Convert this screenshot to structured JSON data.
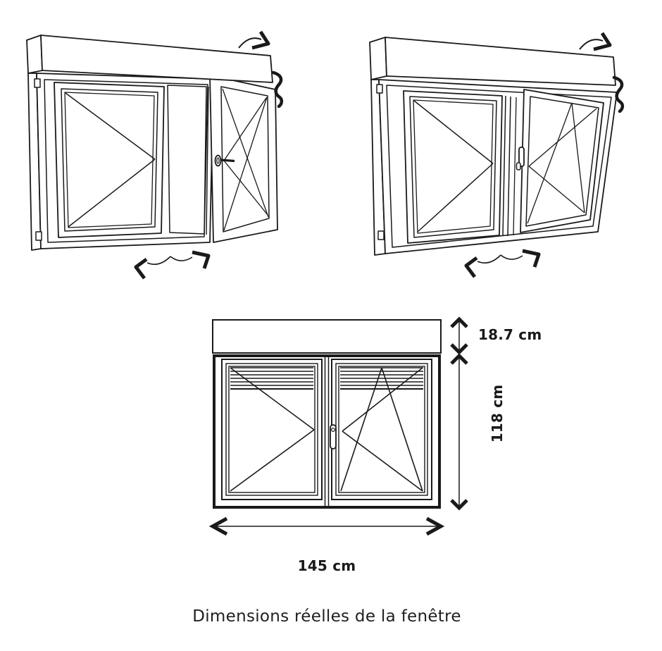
{
  "figure": {
    "caption": "Dimensions réelles de la fenêtre",
    "dimensions": {
      "box_height": "18.7 cm",
      "window_height": "118 cm",
      "window_width": "145 cm"
    },
    "colors": {
      "line": "#1a1a1a",
      "background": "#ffffff"
    },
    "illustrations": {
      "top_left": "two-pane-window-right-sash-open-with-shutter-box",
      "top_right": "two-pane-window-right-sash-tilted-with-shutter-box",
      "bottom": "front-elevation-with-blinds-and-dimension-arrows"
    }
  }
}
